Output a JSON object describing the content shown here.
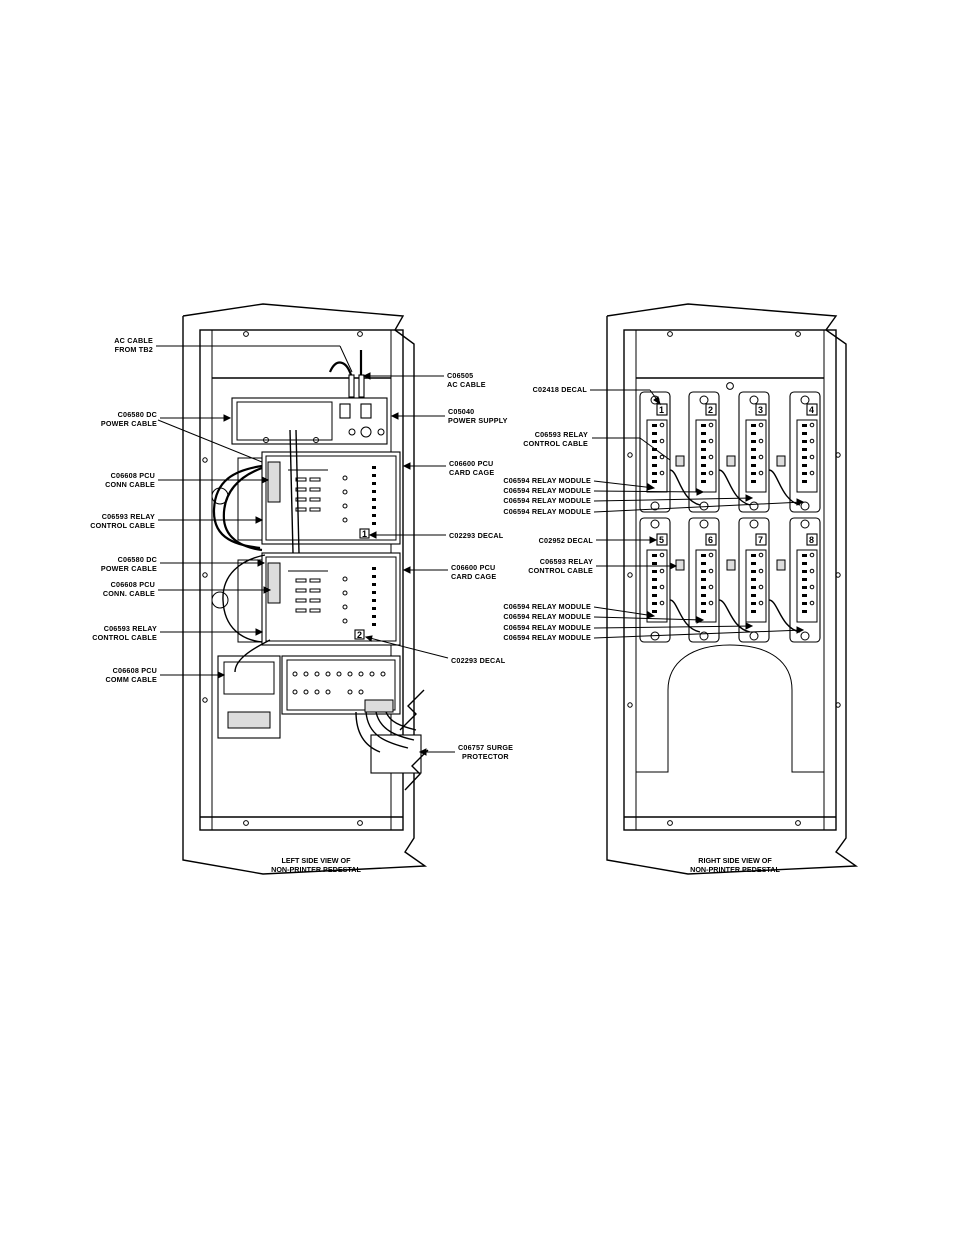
{
  "left_view": {
    "caption_line1": "LEFT SIDE VIEW OF",
    "caption_line2": "NON-PRINTER PEDESTAL",
    "callouts": {
      "ac_cable_tb2": [
        "AC CABLE",
        "FROM TB2"
      ],
      "ac_cable": [
        "C06505",
        "AC CABLE"
      ],
      "dc_power_1": [
        "C06580 DC",
        "POWER CABLE"
      ],
      "power_supply": [
        "C05040",
        "POWER SUPPLY"
      ],
      "pcu_conn_1": [
        "C06608 PCU",
        "CONN  CABLE"
      ],
      "card_cage_1": [
        "C06600 PCU",
        "CARD CAGE"
      ],
      "relay_ctrl_1": [
        "C06593 RELAY",
        "CONTROL CABLE"
      ],
      "decal_1": [
        "C02293 DECAL"
      ],
      "dc_power_2": [
        "C06580 DC",
        "POWER CABLE"
      ],
      "card_cage_2": [
        "C06600 PCU",
        "CARD CAGE"
      ],
      "pcu_conn_2": [
        "C06608 PCU",
        "CONN. CABLE"
      ],
      "relay_ctrl_2": [
        "C06593 RELAY",
        "CONTROL CABLE"
      ],
      "decal_2": [
        "C02293 DECAL"
      ],
      "pcu_comm": [
        "C06608 PCU",
        "COMM  CABLE"
      ],
      "surge": [
        "C06757 SURGE",
        "PROTECTOR"
      ]
    },
    "decal_numbers": [
      "1",
      "2"
    ]
  },
  "right_view": {
    "caption_line1": "RIGHT SIDE VIEW OF",
    "caption_line2": "NON-PRINTER PEDESTAL",
    "callouts": {
      "decal_top": [
        "C02418 DECAL"
      ],
      "relay_ctrl_top": [
        "C06593 RELAY",
        "CONTROL CABLE"
      ],
      "relay_modules_top": [
        "C06594 RELAY MODULE",
        "C06594 RELAY MODULE",
        "C06594 RELAY MODULE",
        "C06594 RELAY MODULE"
      ],
      "decal_bottom": [
        "C02952 DECAL"
      ],
      "relay_ctrl_bottom": [
        "C06593 RELAY",
        "CONTROL CABLE"
      ],
      "relay_modules_bottom": [
        "C06594 RELAY MODULE",
        "C06594 RELAY MODULE",
        "C06594 RELAY MODULE",
        "C06594 RELAY MODULE"
      ]
    },
    "module_numbers": [
      "1",
      "2",
      "3",
      "4",
      "5",
      "6",
      "7",
      "8"
    ]
  }
}
